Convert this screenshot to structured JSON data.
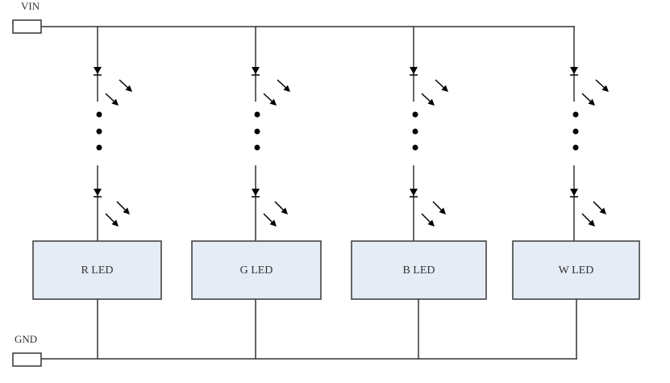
{
  "diagram": {
    "type": "led-driver-schematic",
    "supply_label": "VIN",
    "ground_label": "GND",
    "channels": [
      {
        "id": "r",
        "label": "R LED"
      },
      {
        "id": "g",
        "label": "G LED"
      },
      {
        "id": "b",
        "label": "B LED"
      },
      {
        "id": "w",
        "label": "W LED"
      }
    ],
    "colors": {
      "wire": "#333333",
      "box_fill": "#e6ecf6",
      "box_stroke": "#444444",
      "symbol": "#000000"
    }
  }
}
